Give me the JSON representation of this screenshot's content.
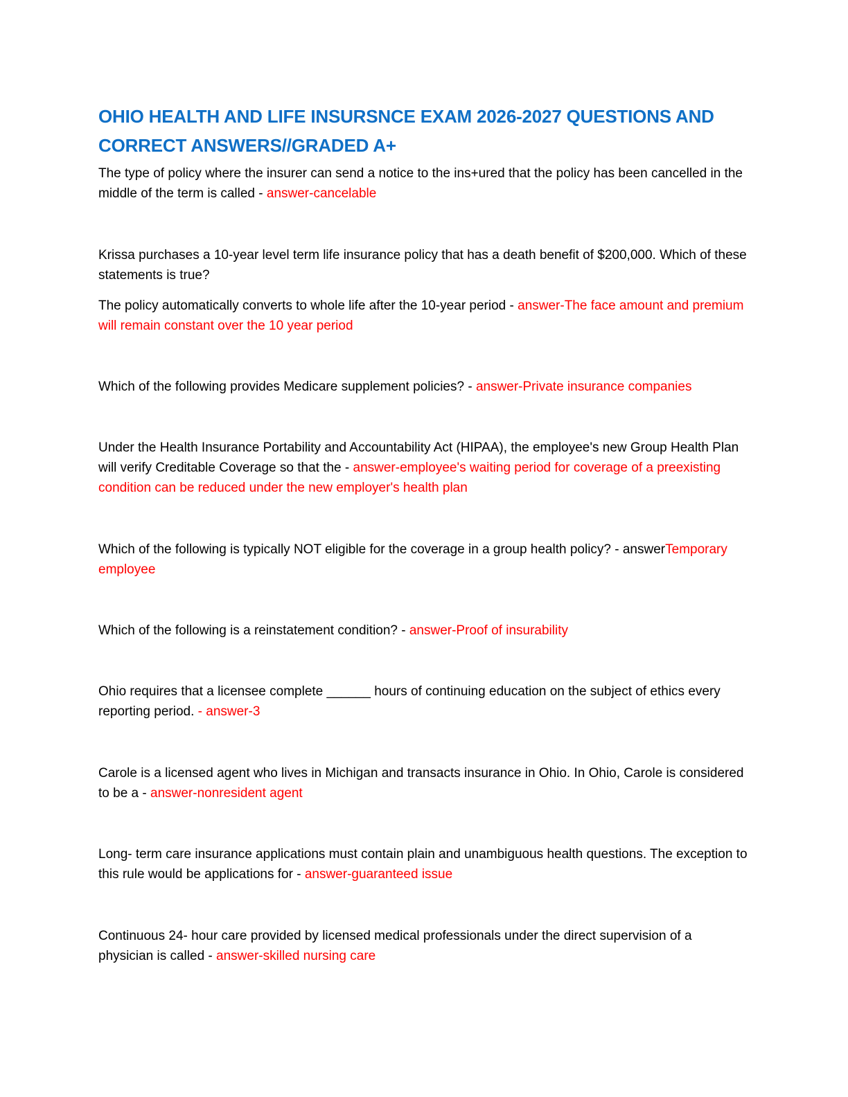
{
  "document": {
    "title": "OHIO HEALTH AND LIFE INSURSNCE EXAM 2026-2027 QUESTIONS AND CORRECT ANSWERS//GRADED A+",
    "colors": {
      "title": "#0f6fc6",
      "question": "#000000",
      "answer": "#ff0000"
    },
    "items": [
      {
        "question": "The type of policy where the insurer can send a notice to the ins+ured that the policy has been cancelled in the middle of the term is called - ",
        "answer": "answer-cancelable"
      },
      {
        "question": "Krissa purchases a 10-year level term life insurance policy that has a death benefit of $200,000. Which of these statements is true?",
        "question_line2": " The policy automatically converts to whole life after the 10-year period - ",
        "answer": "answer-The face amount and premium will remain constant over the 10 year period"
      },
      {
        "question": "Which of the following provides Medicare supplement policies? - ",
        "answer": "answer-Private insurance companies"
      },
      {
        "question": "Under the Health Insurance Portability and Accountability Act (HIPAA), the employee's new Group Health Plan will verify Creditable Coverage so that the - ",
        "answer": "answer-employee's waiting period for coverage of a preexisting condition can be reduced under the new employer's health plan"
      },
      {
        "question": "Which of the following is typically NOT eligible for the coverage in a group health policy? - answer",
        "answer": "Temporary employee"
      },
      {
        "question": "Which of the following is a reinstatement condition? - ",
        "answer": "answer-Proof of insurability"
      },
      {
        "question": "Ohio requires that a licensee complete ______ hours of continuing education on the subject of ethics every reporting period. ",
        "answer": "- answer-3"
      },
      {
        "question": "Carole is a licensed agent who lives in Michigan and transacts insurance in Ohio. In Ohio, Carole is considered to be a - ",
        "answer": "answer-nonresident agent"
      },
      {
        "question": "Long- term care insurance applications must contain plain and unambiguous health questions. The exception to this rule would be applications for - ",
        "answer": "answer-guaranteed issue"
      },
      {
        "question": "Continuous 24- hour care provided by licensed medical professionals under the direct supervision of a physician is called - ",
        "answer": "answer-skilled nursing care"
      }
    ]
  }
}
